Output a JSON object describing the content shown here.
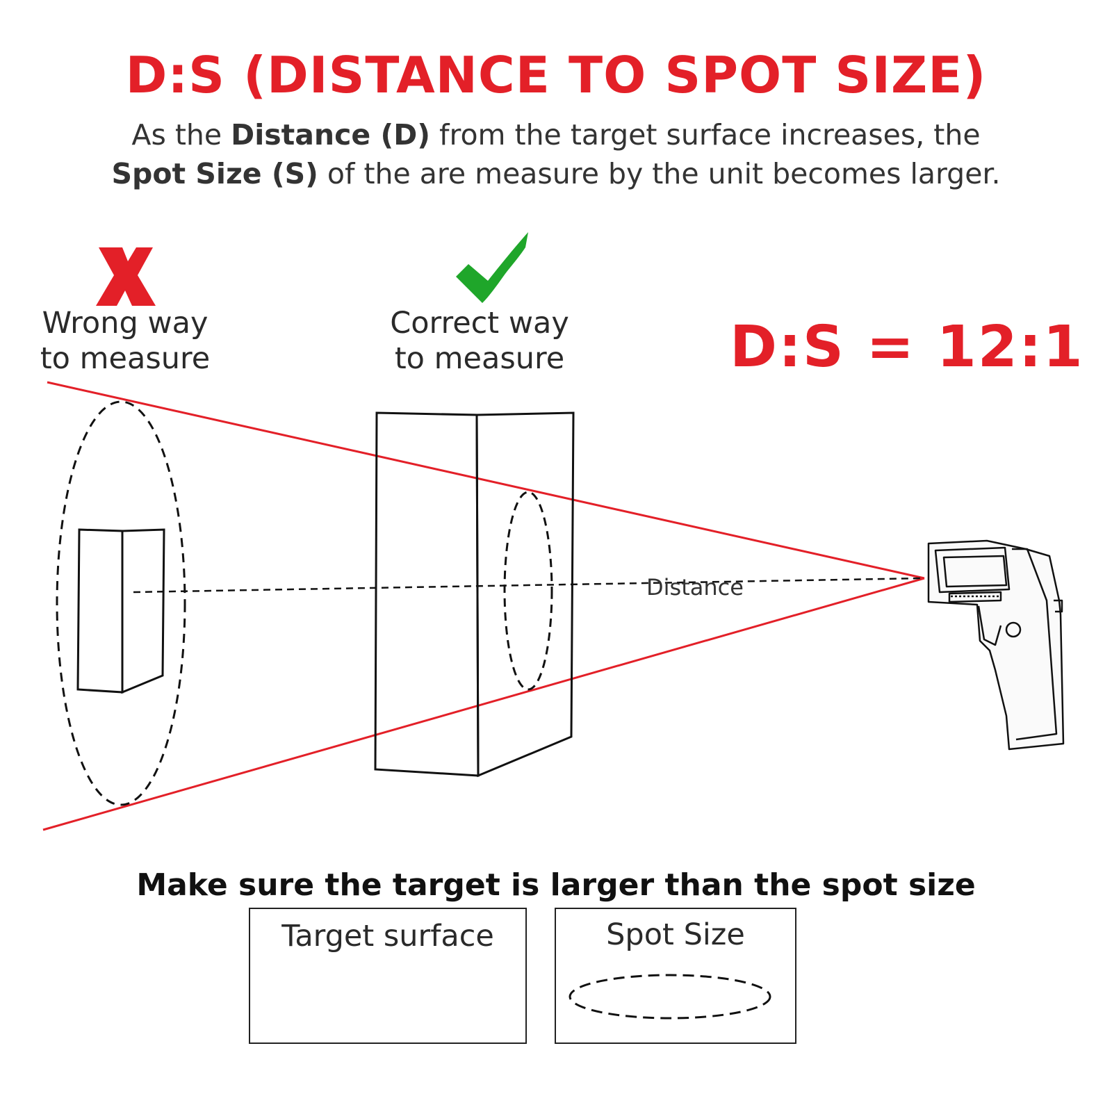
{
  "header": {
    "title": "D:S (DISTANCE TO SPOT SIZE)",
    "subtitle": {
      "line1_prefix": "As the ",
      "line1_bold": "Distance (D)",
      "line1_suffix": " from the target surface increases, the",
      "line2_bold": "Spot Size (S)",
      "line2_suffix": " of the are measure by the unit becomes larger."
    }
  },
  "wrong": {
    "icon": "cross-icon",
    "line1": "Wrong way",
    "line2": "to measure",
    "color": "#e32028"
  },
  "correct": {
    "icon": "check-icon",
    "line1": "Correct way",
    "line2": "to measure",
    "color": "#1fa62a"
  },
  "ratio_label": "D:S = 12:1",
  "distance_label": "Distance",
  "note": "Make sure the target is larger than the spot size",
  "legend": {
    "target_surface": "Target surface",
    "spot_size": "Spot Size"
  },
  "colors": {
    "accent": "#e32028",
    "check": "#1fa62a",
    "ink": "#222222"
  }
}
